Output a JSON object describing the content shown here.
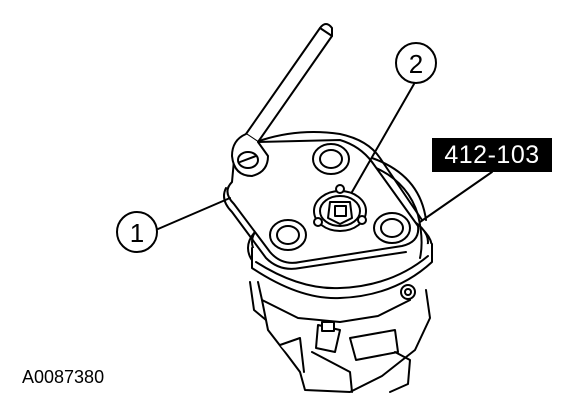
{
  "callouts": [
    {
      "number": "1"
    },
    {
      "number": "2"
    }
  ],
  "tool_label": "412-103",
  "figure_id": "A0087380",
  "colors": {
    "ink": "#000000",
    "paper": "#ffffff",
    "label_background": "#000000",
    "label_text": "#ffffff"
  }
}
